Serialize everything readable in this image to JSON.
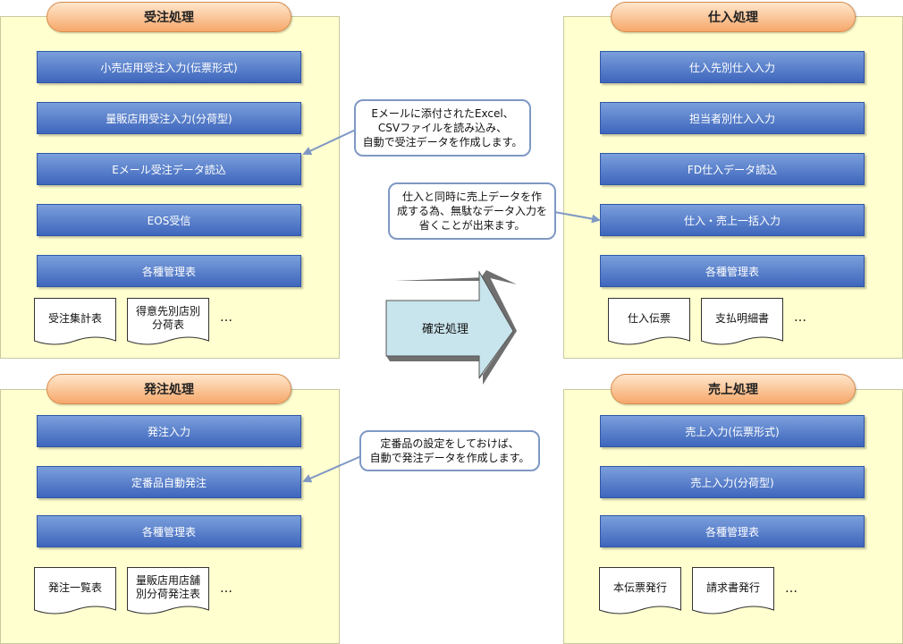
{
  "panels": {
    "order": {
      "title": "受注処理",
      "buttons": [
        "小売店用受注入力(伝票形式)",
        "量販店用受注入力(分荷型)",
        "Eメール受注データ読込",
        "EOS受信",
        "各種管理表"
      ],
      "docs": [
        "受注集計表",
        "得意先別店別\n分荷表"
      ],
      "ellipsis": "…"
    },
    "purchase": {
      "title": "仕入処理",
      "buttons": [
        "仕入先別仕入入力",
        "担当者別仕入入力",
        "FD仕入データ読込",
        "仕入・売上一括入力",
        "各種管理表"
      ],
      "docs": [
        "仕入伝票",
        "支払明細書"
      ],
      "ellipsis": "…"
    },
    "placing": {
      "title": "発注処理",
      "buttons": [
        "発注入力",
        "定番品自動発注",
        "各種管理表"
      ],
      "docs": [
        "発注一覧表",
        "量販店用店舗\n別分荷発注表"
      ],
      "ellipsis": "…"
    },
    "sales": {
      "title": "売上処理",
      "buttons": [
        "売上入力(伝票形式)",
        "売上入力(分荷型)",
        "各種管理表"
      ],
      "docs": [
        "本伝票発行",
        "請求書発行"
      ],
      "ellipsis": "…"
    }
  },
  "callouts": {
    "email": "Eメールに添付されたExcel、\nCSVファイルを読み込み、\n自動で受注データを作成します。",
    "bulk": "仕入と同時に売上データを作\n成する為、無駄なデータ入力を\n省くことが出来ます。",
    "auto_order": "定番品の設定をしておけば、\n自動で発注データを作成します。"
  },
  "center_arrow": {
    "label": "確定処理"
  },
  "colors": {
    "panel_bg": "#ffffcf",
    "button_blue": "#3e66bc",
    "pill_orange": "#f6a86a",
    "arrow_fill": "#c8e4ec",
    "callout_border": "#7f98c4"
  }
}
